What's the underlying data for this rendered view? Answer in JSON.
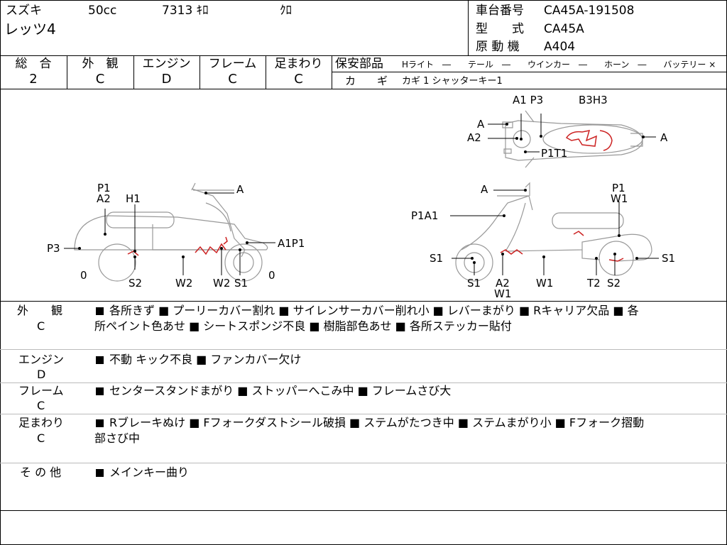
{
  "header": {
    "maker": "スズキ",
    "displacement": "50cc",
    "mileage": "7313 ｷﾛ",
    "color": "ｸﾛ",
    "model_name": "レッツ4",
    "frame_no_label": "車台番号",
    "frame_no": "CA45A-191508",
    "type_label": "型　　式",
    "type": "CA45A",
    "engine_label": "原 動 機",
    "engine": "A404"
  },
  "grades": {
    "overall_label": "総　合",
    "overall": "2",
    "exterior_label": "外　観",
    "exterior": "C",
    "engine_label": "エンジン",
    "engine": "D",
    "frame_label": "フレーム",
    "frame": "C",
    "suspension_label": "足まわり",
    "suspension": "C"
  },
  "safety": {
    "label": "保安部品",
    "items": "Hライト　―　　テール　―　　ウインカー　―　　ホーン　―　　バッテリー ×",
    "key_label": "カ　　ギ",
    "key": "カギ 1 シャッターキー1"
  },
  "diagram_labels": {
    "top_a1p3": "A1 P3",
    "top_b3h3": "B3H3",
    "top_a_left": "A",
    "top_a2": "A2",
    "top_a_right": "A",
    "top_p1t1": "P1T1",
    "l_p1": "P1",
    "l_a2": "A2",
    "l_h1": "H1",
    "l_a": "A",
    "l_p3": "P3",
    "l_a1p1": "A1P1",
    "l_0a": "0",
    "l_0b": "0",
    "l_s2": "S2",
    "l_w2a": "W2",
    "l_w2b": "W2",
    "l_s1": "S1",
    "r_a": "A",
    "r_p1": "P1",
    "r_w1top": "W1",
    "r_p1a1": "P1A1",
    "r_s1left": "S1",
    "r_s1right": "S1",
    "r_s1bot": "S1",
    "r_a2": "A2",
    "r_w1b": "W1",
    "r_w1c": "W1",
    "r_t2": "T2",
    "r_s2": "S2"
  },
  "notes": {
    "exterior_label": "外　　観",
    "exterior_grade": "C",
    "exterior_line1": "各所きず ■ プーリーカバー割れ ■ サイレンサーカバー削れ小 ■ レバーまがり ■ Rキャリア欠品 ■ 各",
    "exterior_line2": "所ペイント色あせ ■ シートスポンジ不良 ■ 樹脂部色あせ ■ 各所ステッカー貼付",
    "engine_label": "エンジン",
    "engine_grade": "D",
    "engine_line1": "不動 キック不良 ■ ファンカバー欠け",
    "frame_label": "フレーム",
    "frame_grade": "C",
    "frame_line1": "センタースタンドまがり ■ ストッパーへこみ中 ■ フレームさび大",
    "suspension_label": "足まわり",
    "suspension_grade": "C",
    "suspension_line1": "Rブレーキぬけ ■ Fフォークダストシール破損 ■ ステムがたつき中 ■ ステムまがり小 ■ Fフォーク摺動",
    "suspension_line2": "部さび中",
    "other_label": "そ の 他",
    "other_line1": "メインキー曲り"
  }
}
